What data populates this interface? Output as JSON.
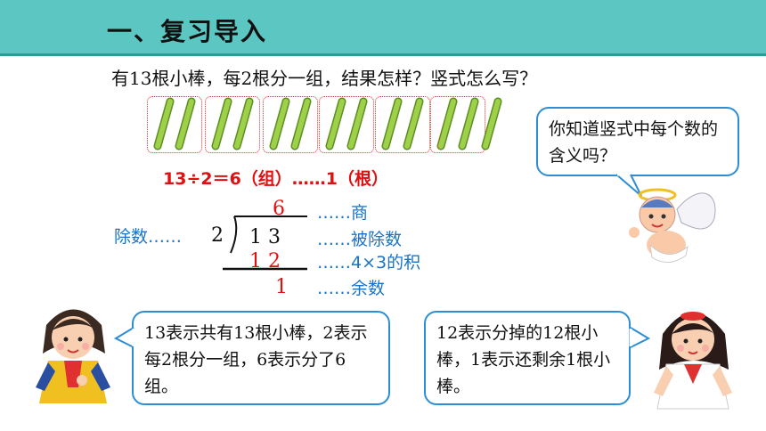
{
  "header": {
    "title": "一、复习导入"
  },
  "question": "有13根小棒，每2根分一组，结果怎样？竖式怎么写？",
  "equation": "13÷2＝6（组）……1（根）",
  "division": {
    "quotient": "6",
    "divisor": "2",
    "dividend": "1  3",
    "product": "1  2",
    "remainder": "1",
    "divisor_label": "除数……"
  },
  "labels": {
    "quotient": "……商",
    "dividend": "……被除数",
    "product": "……4×3的积",
    "remainder": "……余数"
  },
  "bubbles": {
    "angel": "你知道竖式中每个数的含义吗？",
    "left": "13表示共有13根小棒，2表示每2根分一组，6表示分了6组。",
    "right": "12表示分掉的12根小棒，1表示还剩余1根小棒。"
  },
  "colors": {
    "header": "#5cc6c2",
    "red": "#e01010",
    "blue": "#1a73c7",
    "stick": "#8cc63f",
    "bubble_border": "#2d8ed6"
  }
}
